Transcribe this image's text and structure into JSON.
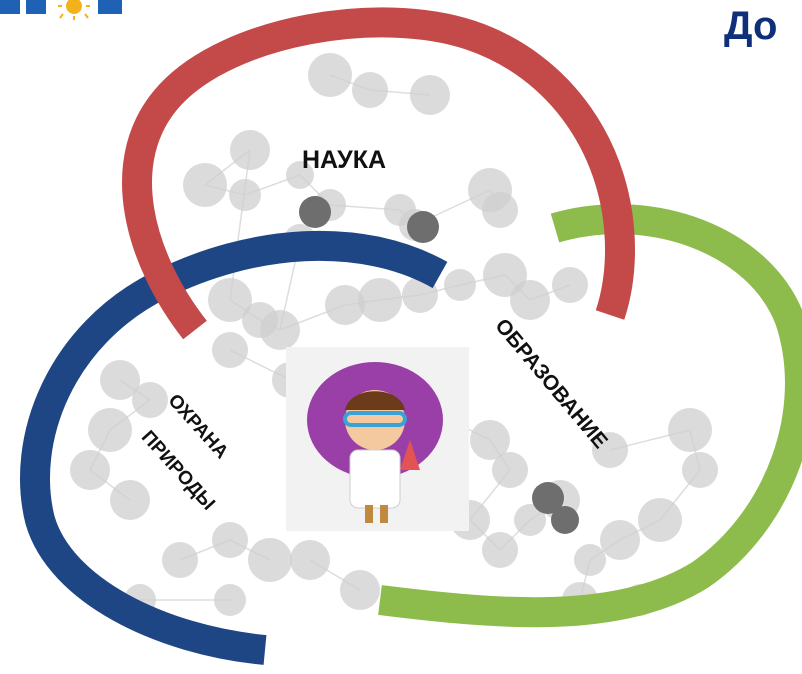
{
  "title": "До",
  "labels": {
    "science": "НАУКА",
    "education": "ОБРАЗОВАНИЕ",
    "nature_line1": "ОХРАНА",
    "nature_line2": "ПРИРОДЫ"
  },
  "colors": {
    "science_ring": "#c44a4a",
    "education_ring": "#8dbb4c",
    "nature_ring": "#1f4684",
    "title": "#0f2f7a",
    "network_node": "#cfcfcf",
    "network_node_dark": "#6e6e6e"
  },
  "center_image": "scientist-child-illustration",
  "logo": "sun-logo"
}
